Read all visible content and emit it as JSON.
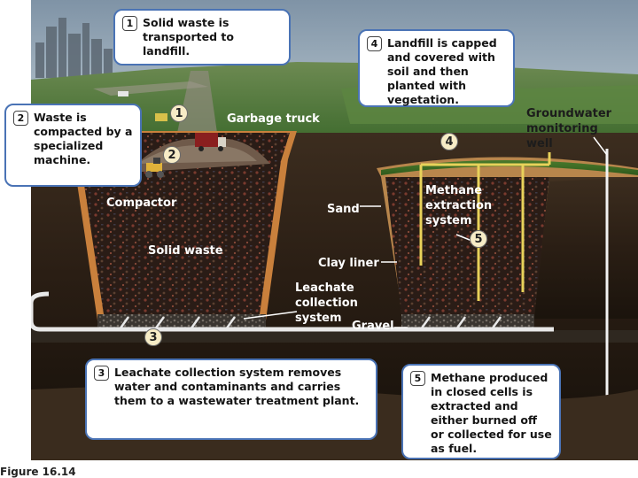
{
  "callouts": {
    "c1": {
      "number": "1",
      "text": "Solid waste is transported to landfill."
    },
    "c2": {
      "number": "2",
      "text": "Waste is compacted by a specialized machine."
    },
    "c3": {
      "number": "3",
      "text": "Leachate collection system removes water and contaminants and carries them to a wastewater treatment plant."
    },
    "c4": {
      "number": "4",
      "text": "Landfill is capped and covered with soil and then planted with vegetation."
    },
    "c5": {
      "number": "5",
      "text": "Methane produced in closed cells is extracted and either burned off or collected for use as fuel."
    }
  },
  "labels": {
    "garbage_truck": "Garbage truck",
    "compactor": "Compactor",
    "solid_waste": "Solid waste",
    "sand": "Sand",
    "clay_liner": "Clay liner",
    "leachate": "Leachate collection system",
    "gravel": "Gravel",
    "methane": "Methane extraction system",
    "groundwater": "Groundwater monitoring well"
  },
  "markers": {
    "m1": "1",
    "m2": "2",
    "m3": "3",
    "m4": "4",
    "m5": "5"
  },
  "caption": "Figure 16.14"
}
